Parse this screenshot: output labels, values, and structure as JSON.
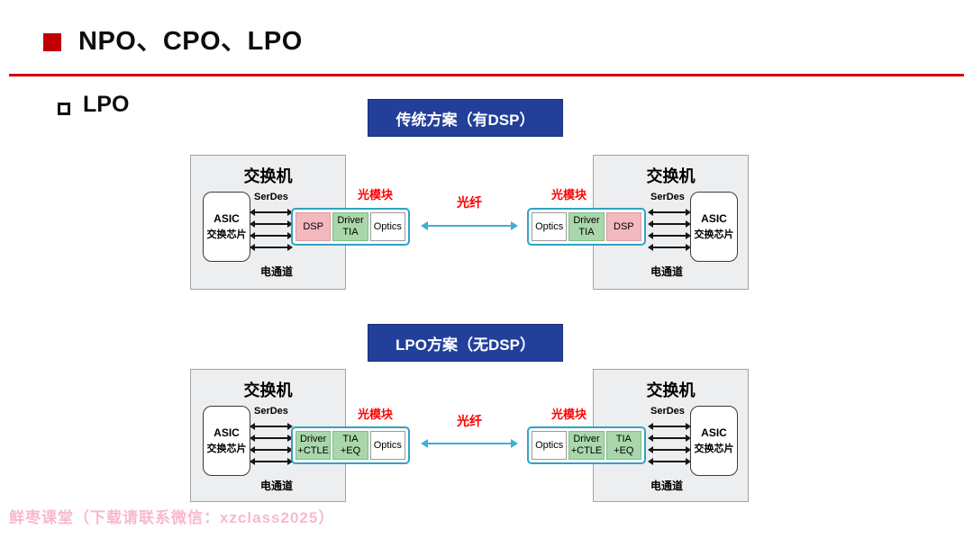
{
  "slide": {
    "title": "NPO、CPO、LPO",
    "subtitle": "LPO",
    "watermark": "鲜枣课堂（下载请联系微信：xzclass2025）"
  },
  "icons": {
    "electrical_link": "double-headed-arrow",
    "fiber_link": "double-headed-arrow"
  },
  "colors": {
    "title_accent": "#C00000",
    "divider": "#D00000",
    "banner_bg": "#22409A",
    "banner_text": "#FFFFFF",
    "switch_bg": "#EDEEF0",
    "module_border": "#2FA3C6",
    "dsp_block": "#F3B9BF",
    "analog_block": "#A9D7AB",
    "optics_block": "#FFFFFF",
    "red_label": "#FF0000",
    "fiber_arrow": "#41AED6",
    "watermark": "#F8B9CB"
  },
  "diagrams": [
    {
      "banner": "传统方案（有DSP）",
      "fiber_label": "光纤",
      "module_label_left": "光模块",
      "module_label_right": "光模块",
      "left_switch": {
        "title": "交换机",
        "asic": [
          "ASIC",
          "交换芯片"
        ],
        "serdes": "SerDes",
        "channel": "电通道"
      },
      "right_switch": {
        "title": "交换机",
        "asic": [
          "ASIC",
          "交换芯片"
        ],
        "serdes": "SerDes",
        "channel": "电通道"
      },
      "left_module_blocks": [
        {
          "lines": [
            "DSP"
          ],
          "style": "pink"
        },
        {
          "lines": [
            "Driver",
            "TIA"
          ],
          "style": "green"
        },
        {
          "lines": [
            "Optics"
          ],
          "style": "white"
        }
      ],
      "right_module_blocks": [
        {
          "lines": [
            "Optics"
          ],
          "style": "white"
        },
        {
          "lines": [
            "Driver",
            "TIA"
          ],
          "style": "green"
        },
        {
          "lines": [
            "DSP"
          ],
          "style": "pink"
        }
      ]
    },
    {
      "banner": "LPO方案（无DSP）",
      "fiber_label": "光纤",
      "module_label_left": "光模块",
      "module_label_right": "光模块",
      "left_switch": {
        "title": "交换机",
        "asic": [
          "ASIC",
          "交换芯片"
        ],
        "serdes": "SerDes",
        "channel": "电通道"
      },
      "right_switch": {
        "title": "交换机",
        "asic": [
          "ASIC",
          "交换芯片"
        ],
        "serdes": "SerDes",
        "channel": "电通道"
      },
      "left_module_blocks": [
        {
          "lines": [
            "Driver",
            "+CTLE"
          ],
          "style": "green"
        },
        {
          "lines": [
            "TIA",
            "+EQ"
          ],
          "style": "green"
        },
        {
          "lines": [
            "Optics"
          ],
          "style": "white"
        }
      ],
      "right_module_blocks": [
        {
          "lines": [
            "Optics"
          ],
          "style": "white"
        },
        {
          "lines": [
            "Driver",
            "+CTLE"
          ],
          "style": "green"
        },
        {
          "lines": [
            "TIA",
            "+EQ"
          ],
          "style": "green"
        }
      ]
    }
  ]
}
